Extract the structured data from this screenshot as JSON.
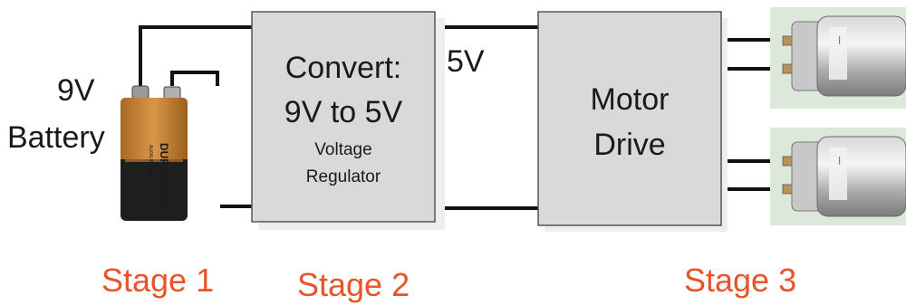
{
  "battery": {
    "label_line1": "9V",
    "label_line2": "Battery",
    "brand": "DURACELL",
    "brand_sub": "ALKALINE BATTERY",
    "colors": {
      "top": "#c9863a",
      "bottom": "#1e1e1e"
    }
  },
  "regulator": {
    "title_line1": "Convert:",
    "title_line2": "9V to 5V",
    "sub_line1": "Voltage",
    "sub_line2": "Regulator"
  },
  "bus_label": "5V",
  "motor_drive": {
    "line1": "Motor",
    "line2": "Drive"
  },
  "motors": [
    {
      "name": "motor-top",
      "icon": "dc-motor-icon"
    },
    {
      "name": "motor-bottom",
      "icon": "dc-motor-icon"
    }
  ],
  "stages": [
    "Stage 1",
    "Stage 2",
    "Stage 3"
  ],
  "colors": {
    "stage_text": "#e8542a",
    "box_fill": "#d9d9d9",
    "wire": "#111111"
  }
}
